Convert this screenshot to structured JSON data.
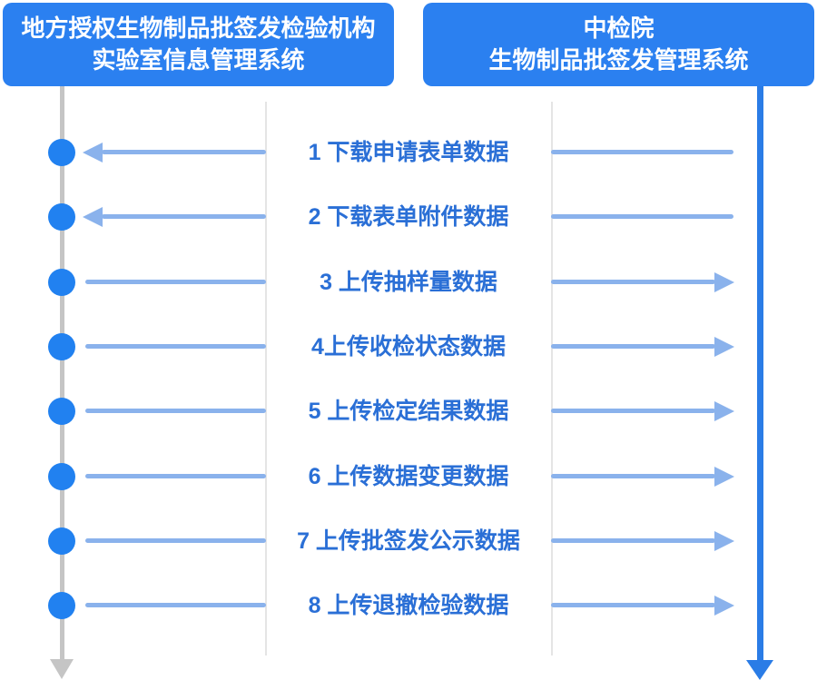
{
  "actors": {
    "left": {
      "line1": "地方授权生物制品批签发检验机构",
      "line2": "实验室信息管理系统"
    },
    "right": {
      "line1": "中检院",
      "line2": "生物制品批签发管理系统"
    }
  },
  "messages": [
    {
      "label": "1 下载申请表单数据",
      "direction": "left"
    },
    {
      "label": "2 下载表单附件数据",
      "direction": "left"
    },
    {
      "label": "3 上传抽样量数据",
      "direction": "right"
    },
    {
      "label": "4上传收检状态数据",
      "direction": "right"
    },
    {
      "label": "5 上传检定结果数据",
      "direction": "right"
    },
    {
      "label": "6 上传数据变更数据",
      "direction": "right"
    },
    {
      "label": "7 上传批签发公示数据",
      "direction": "right"
    },
    {
      "label": "8 上传退撤检验数据",
      "direction": "right"
    }
  ],
  "colors": {
    "actor_bg": "#2b80f0",
    "actor_text": "#ffffff",
    "dot": "#2181f0",
    "arrow": "#8ab2ec",
    "label_text": "#2a6fd6",
    "lifeline_left": "#c5c5c5",
    "lifeline_right": "#2a7ce6",
    "guide_line": "#e5e5e5"
  }
}
